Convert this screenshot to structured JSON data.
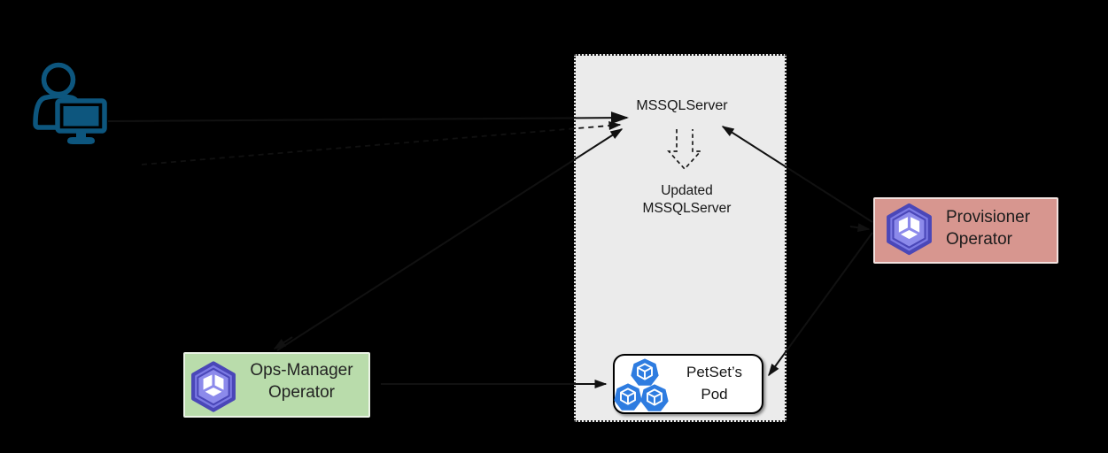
{
  "labels": {
    "mssqlserver": "MSSQLServer",
    "updated_mssqlserver": {
      "line1": "Updated",
      "line2": "MSSQLServer"
    },
    "petset_pod": {
      "line1": "PetSet’s",
      "line2": "Pod"
    },
    "ops_manager": {
      "line1": "Ops-Manager",
      "line2": "Operator"
    },
    "provisioner": {
      "line1": "Provisioner",
      "line2": "Operator"
    }
  },
  "icons": {
    "user": "person-at-computer-icon",
    "operator": "kubernetes-operator-cube-icon",
    "pod": "kubernetes-pod-cube-icon"
  },
  "colors": {
    "background": "#000000",
    "watch_area_fill": "#ebebeb",
    "watch_area_border": "#1c1c1c",
    "ops_manager_fill": "#b9dcab",
    "provisioner_fill": "#d7968f",
    "petset_fill": "#ffffff",
    "operator_icon_purple": "#7c7ae4",
    "operator_icon_outline": "#4a47b8",
    "pod_icon_blue": "#2e7ce0",
    "user_icon_blue": "#0d567e",
    "arrow_color": "#111111"
  }
}
